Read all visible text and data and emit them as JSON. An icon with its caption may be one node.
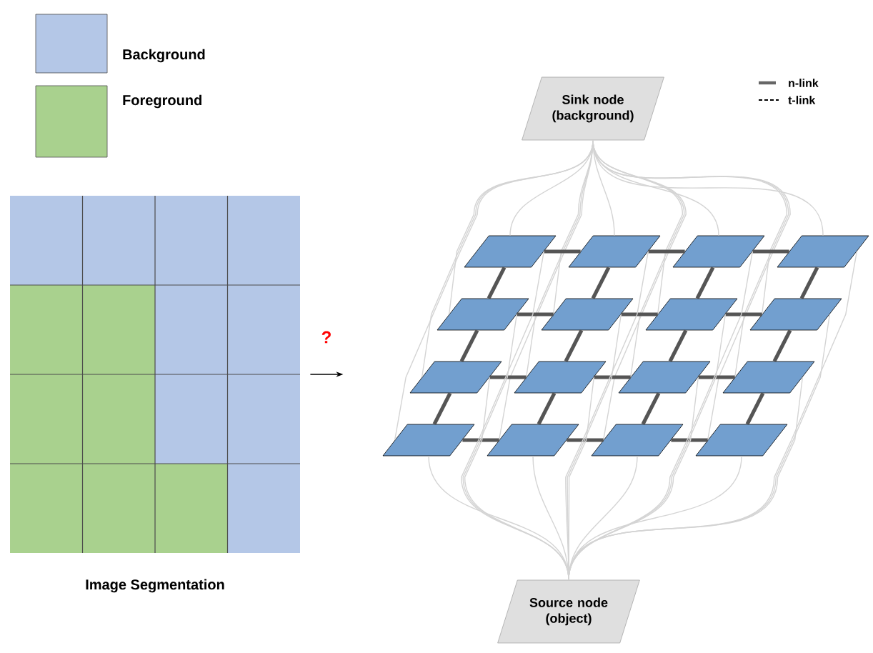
{
  "diagram": {
    "nodes": [
      {
        "text": [],
        "shape": "grid",
        "beside": [
          "Image Segmentation"
        ]
      },
      {
        "text": [
          "Sink node (background)"
        ]
      },
      {
        "text": [],
        "shape": "parallelogram"
      },
      {
        "text": [],
        "shape": "parallelogram"
      },
      {
        "text": [],
        "shape": "parallelogram"
      },
      {
        "text": [],
        "shape": "parallelogram"
      },
      {
        "text": [],
        "shape": "parallelogram"
      },
      {
        "text": [],
        "shape": "parallelogram"
      },
      {
        "text": [],
        "shape": "parallelogram"
      },
      {
        "text": [],
        "shape": "parallelogram"
      },
      {
        "text": [],
        "shape": "parallelogram"
      },
      {
        "text": [],
        "shape": "parallelogram"
      },
      {
        "text": [],
        "shape": "parallelogram"
      },
      {
        "text": [],
        "shape": "parallelogram"
      },
      {
        "text": [],
        "shape": "parallelogram"
      },
      {
        "text": [],
        "shape": "parallelogram"
      },
      {
        "text": [],
        "shape": "parallelogram"
      },
      {
        "text": [],
        "shape": "parallelogram"
      },
      {
        "text": [
          "Source node (object)"
        ]
      }
    ],
    "edges": [
      {
        "from": 0,
        "to": null,
        "arrow": "to",
        "label": "?",
        "color": "#000000"
      },
      {
        "from": 1,
        "to": 2,
        "arrow": "none",
        "color": "#d4d4d4"
      },
      {
        "from": 1,
        "to": 3,
        "arrow": "none",
        "color": "#d4d4d4"
      },
      {
        "from": 1,
        "to": 4,
        "arrow": "none",
        "color": "#d4d4d4"
      },
      {
        "from": 1,
        "to": 5,
        "arrow": "none",
        "color": "#d4d4d4"
      },
      {
        "from": 1,
        "to": 6,
        "arrow": "none",
        "color": "#d4d4d4"
      },
      {
        "from": 1,
        "to": 7,
        "arrow": "none",
        "color": "#d4d4d4"
      },
      {
        "from": 1,
        "to": 8,
        "arrow": "none",
        "color": "#d4d4d4"
      },
      {
        "from": 1,
        "to": 9,
        "arrow": "none",
        "color": "#d4d4d4"
      },
      {
        "from": 1,
        "to": 10,
        "arrow": "none",
        "color": "#d4d4d4"
      },
      {
        "from": 1,
        "to": 11,
        "arrow": "none",
        "color": "#d4d4d4"
      },
      {
        "from": 1,
        "to": 12,
        "arrow": "none",
        "color": "#d4d4d4"
      },
      {
        "from": 1,
        "to": 13,
        "arrow": "none",
        "color": "#d4d4d4"
      },
      {
        "from": 1,
        "to": 14,
        "arrow": "none",
        "color": "#d4d4d4"
      },
      {
        "from": 1,
        "to": 15,
        "arrow": "none",
        "color": "#d4d4d4"
      },
      {
        "from": 1,
        "to": 16,
        "arrow": "none",
        "color": "#d4d4d4"
      },
      {
        "from": 1,
        "to": 17,
        "arrow": "none",
        "color": "#d4d4d4"
      },
      {
        "from": 2,
        "to": 3,
        "arrow": "none",
        "style": "thick",
        "color": "#555555"
      },
      {
        "from": 3,
        "to": 4,
        "arrow": "none",
        "style": "thick",
        "color": "#555555"
      },
      {
        "from": 4,
        "to": 5,
        "arrow": "none",
        "style": "thick",
        "color": "#555555"
      },
      {
        "from": 6,
        "to": 7,
        "arrow": "none",
        "style": "thick",
        "color": "#555555"
      },
      {
        "from": 7,
        "to": 8,
        "arrow": "none",
        "style": "thick",
        "color": "#555555"
      },
      {
        "from": 8,
        "to": 9,
        "arrow": "none",
        "style": "thick",
        "color": "#555555"
      },
      {
        "from": 10,
        "to": 11,
        "arrow": "none",
        "style": "thick",
        "color": "#555555"
      },
      {
        "from": 11,
        "to": 12,
        "arrow": "none",
        "style": "thick",
        "color": "#555555"
      },
      {
        "from": 12,
        "to": 13,
        "arrow": "none",
        "style": "thick",
        "color": "#555555"
      },
      {
        "from": 14,
        "to": 15,
        "arrow": "none",
        "style": "thick",
        "color": "#555555"
      },
      {
        "from": 15,
        "to": 16,
        "arrow": "none",
        "style": "thick",
        "color": "#555555"
      },
      {
        "from": 16,
        "to": 17,
        "arrow": "none",
        "style": "thick",
        "color": "#555555"
      },
      {
        "from": 2,
        "to": 6,
        "arrow": "none",
        "style": "thick",
        "color": "#555555"
      },
      {
        "from": 3,
        "to": 7,
        "arrow": "none",
        "style": "thick",
        "color": "#555555"
      },
      {
        "from": 4,
        "to": 8,
        "arrow": "none",
        "style": "thick",
        "color": "#555555"
      },
      {
        "from": 5,
        "to": 9,
        "arrow": "none",
        "style": "thick",
        "color": "#555555"
      },
      {
        "from": 6,
        "to": 10,
        "arrow": "none",
        "style": "thick",
        "color": "#555555"
      },
      {
        "from": 7,
        "to": 11,
        "arrow": "none",
        "style": "thick",
        "color": "#555555"
      },
      {
        "from": 8,
        "to": 12,
        "arrow": "none",
        "style": "thick",
        "color": "#555555"
      },
      {
        "from": 9,
        "to": 13,
        "arrow": "none",
        "style": "thick",
        "color": "#555555"
      },
      {
        "from": 10,
        "to": 14,
        "arrow": "none",
        "style": "thick",
        "color": "#555555"
      },
      {
        "from": 11,
        "to": 15,
        "arrow": "none",
        "style": "thick",
        "color": "#555555"
      },
      {
        "from": 12,
        "to": 16,
        "arrow": "none",
        "style": "thick",
        "color": "#555555"
      },
      {
        "from": 13,
        "to": 17,
        "arrow": "none",
        "style": "thick",
        "color": "#555555"
      },
      {
        "from": 18,
        "to": 2,
        "arrow": "none",
        "color": "#d4d4d4"
      },
      {
        "from": 18,
        "to": 3,
        "arrow": "none",
        "color": "#d4d4d4"
      },
      {
        "from": 18,
        "to": 4,
        "arrow": "none",
        "color": "#d4d4d4"
      },
      {
        "from": 18,
        "to": 5,
        "arrow": "none",
        "color": "#d4d4d4"
      },
      {
        "from": 18,
        "to": 6,
        "arrow": "none",
        "color": "#d4d4d4"
      },
      {
        "from": 18,
        "to": 7,
        "arrow": "none",
        "color": "#d4d4d4"
      },
      {
        "from": 18,
        "to": 8,
        "arrow": "none",
        "color": "#d4d4d4"
      },
      {
        "from": 18,
        "to": 9,
        "arrow": "none",
        "color": "#d4d4d4"
      },
      {
        "from": 18,
        "to": 10,
        "arrow": "none",
        "color": "#d4d4d4"
      },
      {
        "from": 18,
        "to": 11,
        "arrow": "none",
        "color": "#d4d4d4"
      },
      {
        "from": 18,
        "to": 12,
        "arrow": "none",
        "color": "#d4d4d4"
      },
      {
        "from": 18,
        "to": 13,
        "arrow": "none",
        "color": "#d4d4d4"
      },
      {
        "from": 18,
        "to": 14,
        "arrow": "none",
        "color": "#d4d4d4"
      },
      {
        "from": 18,
        "to": 15,
        "arrow": "none",
        "color": "#d4d4d4"
      },
      {
        "from": 18,
        "to": 16,
        "arrow": "none",
        "color": "#d4d4d4"
      },
      {
        "from": 18,
        "to": 17,
        "arrow": "none",
        "color": "#d4d4d4"
      }
    ],
    "legend": [
      {
        "text": "Background",
        "color": "#b4c7e7"
      },
      {
        "text": "Foreground",
        "color": "#a9d18e"
      },
      {
        "text": "n-link"
      },
      {
        "text": "t-link"
      }
    ]
  }
}
